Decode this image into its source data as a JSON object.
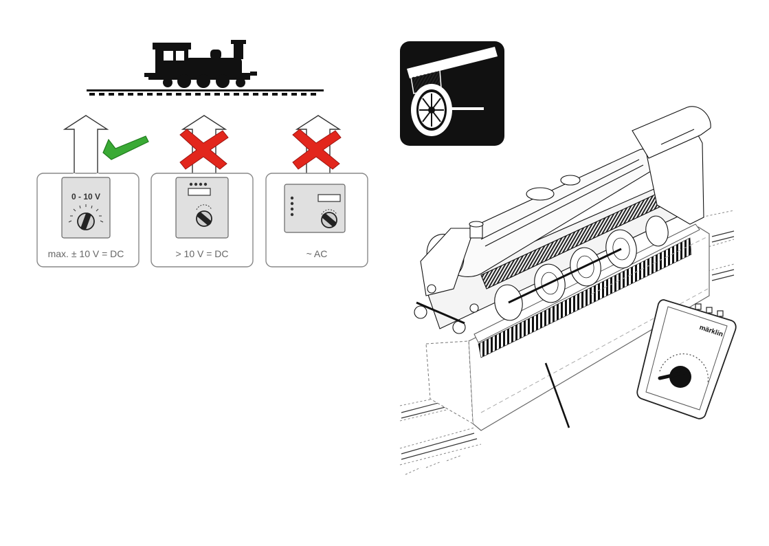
{
  "colors": {
    "ok": "#3aaa35",
    "forbidden": "#e2261c",
    "panel_stroke": "#888888",
    "ink": "#000000",
    "label": "#777777"
  },
  "icons": {
    "locomotive": "locomotive-silhouette-icon",
    "check": "check-mark-icon",
    "cross": "cross-mark-icon",
    "cleaning": "wheel-brush-cleaning-icon"
  },
  "panels": [
    {
      "id": "dc-0-10",
      "status": "allowed",
      "device_text": "0 - 10 V",
      "label": "max. ± 10 V = DC"
    },
    {
      "id": "dc-over-10",
      "status": "forbidden",
      "device_text": "",
      "label": "> 10 V = DC"
    },
    {
      "id": "ac",
      "status": "forbidden",
      "device_text": "",
      "label": "~ AC"
    }
  ],
  "controller_brand": "märklin"
}
